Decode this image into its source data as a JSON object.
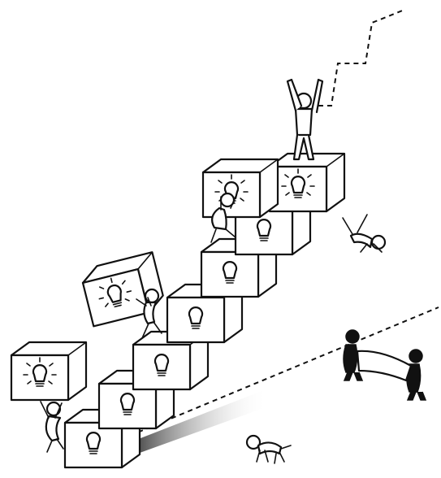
{
  "illustration": {
    "subject": "people-climbing-idea-block-staircase",
    "icons": {
      "block_symbol": "lightbulb-icon",
      "figures": [
        "carrying-figure",
        "climbing-figure",
        "victory-figure",
        "falling-figure",
        "crawling-figure",
        "safety-net-holders"
      ]
    },
    "colors": {
      "ink": "#111111",
      "background": "#ffffff",
      "shadow": "#555555"
    }
  }
}
